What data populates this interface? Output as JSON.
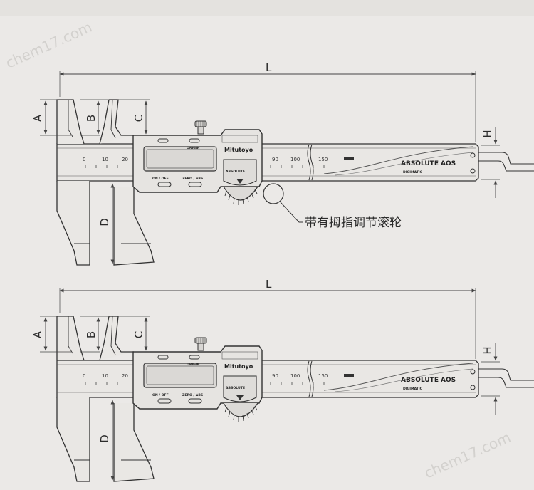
{
  "dimension_labels": {
    "length": "L",
    "a": "A",
    "b": "B",
    "c": "C",
    "d": "D",
    "h": "H"
  },
  "scale_ticks": [
    "0",
    "10",
    "20",
    "90",
    "100",
    "150"
  ],
  "display": {
    "origin": "ORIGIN",
    "brand": "Mitutoyo",
    "on_off": "ON / OFF",
    "zero_abs": "ZERO / ABS",
    "absolute_button": "ABSOLUTE"
  },
  "beam_text": {
    "absolute": "ABSOLUTE",
    "aos": "AOS",
    "digimatic": "DIGIMATIC"
  },
  "callout": "带有拇指调节滚轮",
  "watermark": "chem17.com"
}
